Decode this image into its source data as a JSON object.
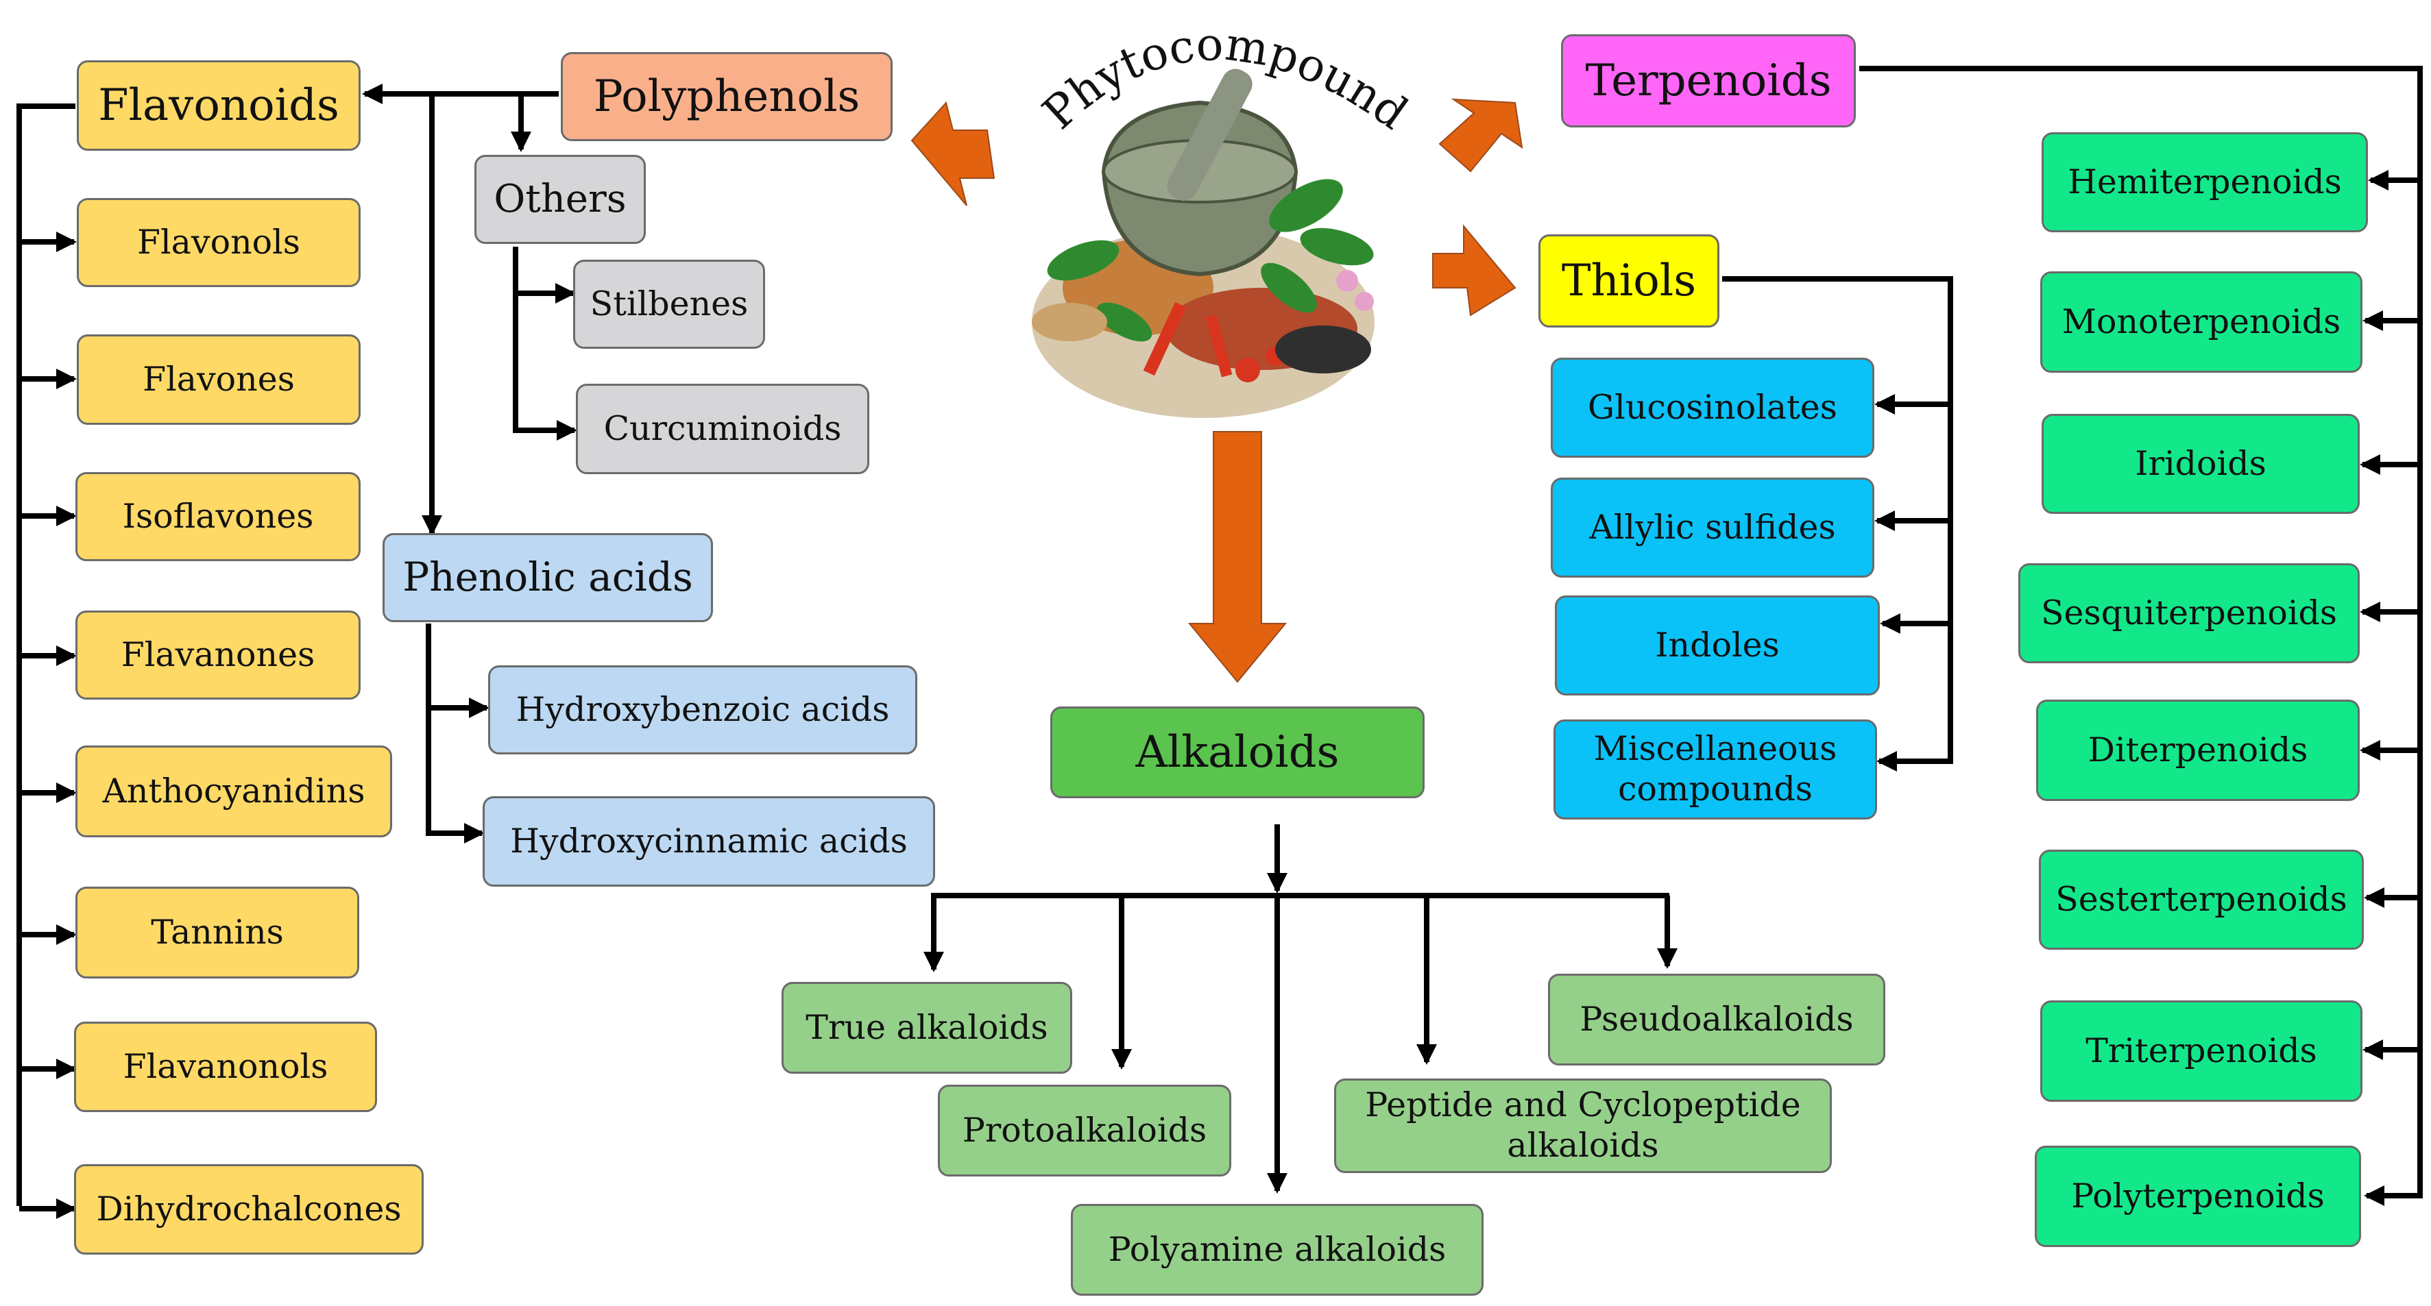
{
  "colors": {
    "flavonoids": "#ffd966",
    "polyphenols": "#f9b08a",
    "others": "#d6d6d9",
    "phenolic": "#bcd8f2",
    "terpenoids_head": "#ff66f7",
    "terpenoids": "#12e88a",
    "thiols_head": "#ffff00",
    "thiols": "#0ac2f7",
    "alkaloids_head": "#5ac44e",
    "alkaloids": "#95d08a",
    "big_arrows": "#e2620f"
  },
  "center": {
    "title": "Phytocompounds",
    "image": "mortar-and-pestle-with-herbs-icon"
  },
  "polyphenols": {
    "label": "Polyphenols",
    "flavonoids": {
      "label": "Flavonoids",
      "items": [
        "Flavonols",
        "Flavones",
        "Isoflavones",
        "Flavanones",
        "Anthocyanidins",
        "Tannins",
        "Flavanonols",
        "Dihydrochalcones"
      ]
    },
    "others": {
      "label": "Others",
      "items": [
        "Stilbenes",
        "Curcuminoids"
      ]
    },
    "phenolic_acids": {
      "label": "Phenolic acids",
      "items": [
        "Hydroxybenzoic acids",
        "Hydroxycinnamic acids"
      ]
    }
  },
  "terpenoids": {
    "label": "Terpenoids",
    "items": [
      "Hemiterpenoids",
      "Monoterpenoids",
      "Iridoids",
      "Sesquiterpenoids",
      "Diterpenoids",
      "Sesterterpenoids",
      "Triterpenoids",
      "Polyterpenoids"
    ]
  },
  "thiols": {
    "label": "Thiols",
    "items": [
      "Glucosinolates",
      "Allylic sulfides",
      "Indoles",
      "Miscellaneous compounds"
    ]
  },
  "alkaloids": {
    "label": "Alkaloids",
    "items": [
      "True alkaloids",
      "Protoalkaloids",
      "Polyamine alkaloids",
      "Peptide and Cyclopeptide alkaloids",
      "Pseudoalkaloids"
    ]
  }
}
